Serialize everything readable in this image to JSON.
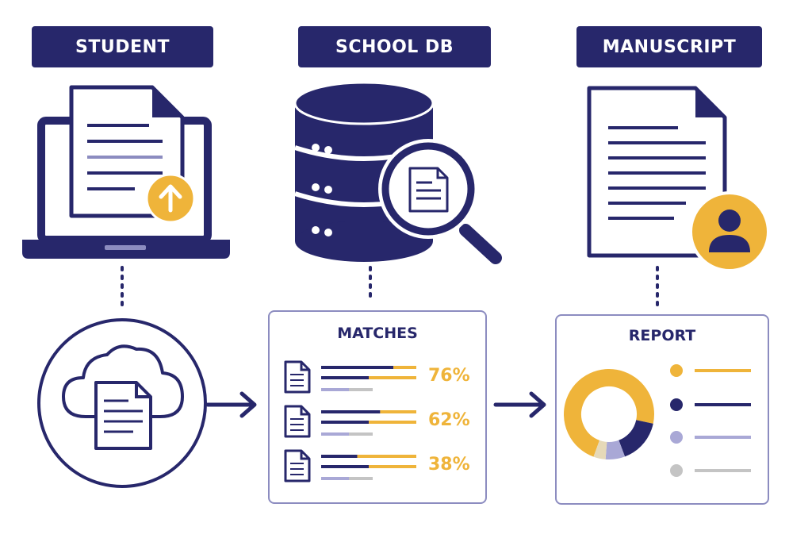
{
  "labels": {
    "student": "STUDENT",
    "school_db": "SCHOOL DB",
    "manuscript": "MANUSCRIPT"
  },
  "matches": {
    "title": "MATCHES",
    "rows": [
      {
        "percent": 76,
        "text": "76%"
      },
      {
        "percent": 62,
        "text": "62%"
      },
      {
        "percent": 38,
        "text": "38%"
      }
    ]
  },
  "report": {
    "title": "REPORT",
    "legend_colors": [
      "#efb43a",
      "#27276b",
      "#a9a8d6",
      "#c4c4c4"
    ]
  },
  "colors": {
    "navy": "#27276b",
    "gold": "#efb43a",
    "lavender": "#a9a8d6",
    "grey": "#c4c4c4",
    "panel_border": "#8c8cc0"
  }
}
